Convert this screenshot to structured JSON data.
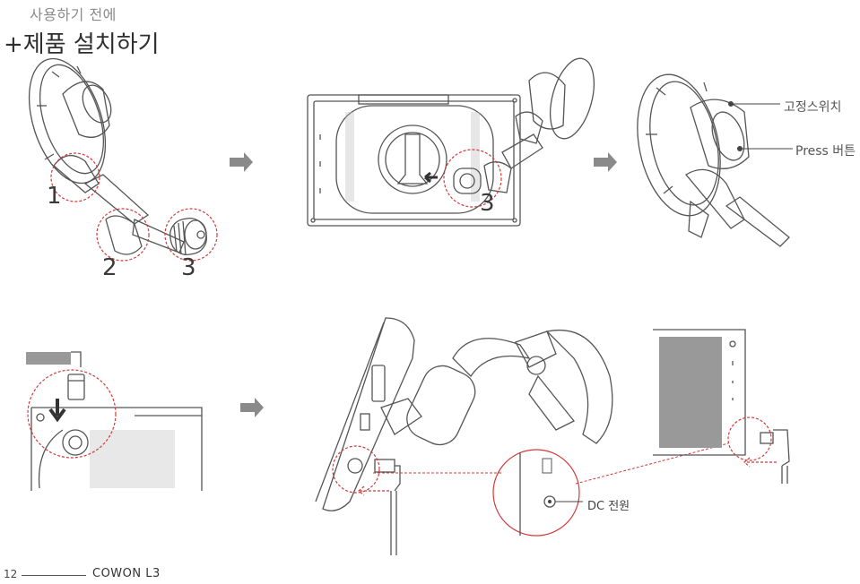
{
  "header": {
    "section": "사용하기 전에",
    "title": "+제품 설치하기"
  },
  "callouts": {
    "lock_switch": "고정스위치",
    "press_button": "Press 버튼",
    "dc_power": "DC 전원"
  },
  "step_numbers": {
    "mount_1": "1",
    "mount_2": "2",
    "mount_3": "3",
    "device_3": "3"
  },
  "footer": {
    "page_number": "12",
    "product": "COWON L3"
  },
  "colors": {
    "line_art": "#555555",
    "callout_red": "#d23a3a",
    "arrow_gray": "#8a8a8a"
  }
}
